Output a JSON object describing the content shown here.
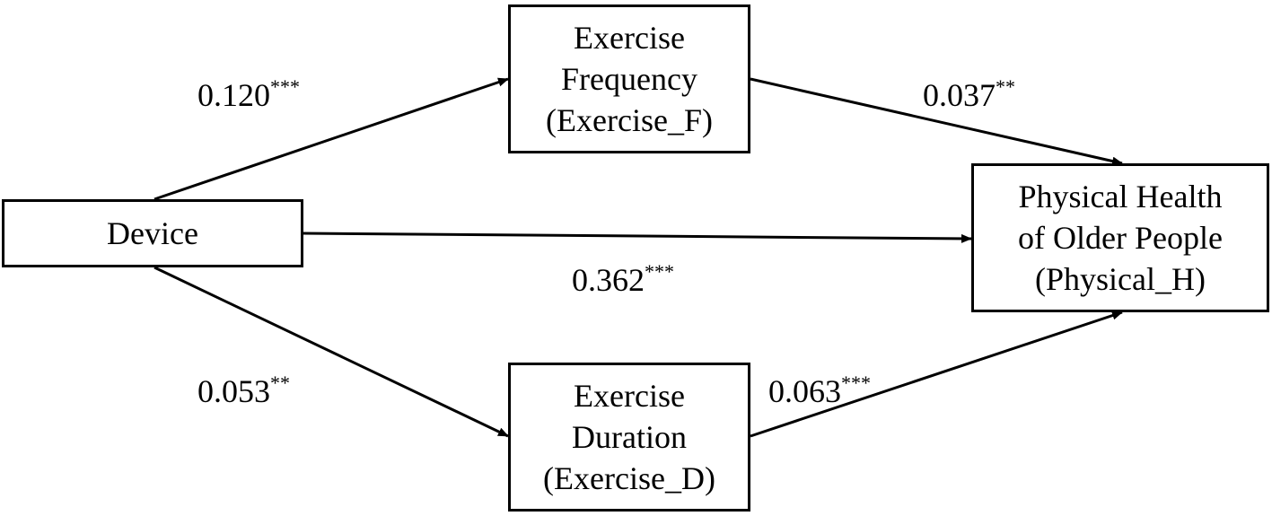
{
  "nodes": {
    "device": {
      "lines": [
        "Device"
      ]
    },
    "frequency": {
      "lines": [
        "Exercise",
        "Frequency",
        "(Exercise_F)"
      ]
    },
    "duration": {
      "lines": [
        "Exercise",
        "Duration",
        "(Exercise_D)"
      ]
    },
    "health": {
      "lines": [
        "Physical Health",
        "of Older People",
        "(Physical_H)"
      ]
    }
  },
  "paths": {
    "device_to_frequency": {
      "value": "0.120",
      "sig": "***"
    },
    "frequency_to_health": {
      "value": "0.037",
      "sig": "**"
    },
    "device_to_health": {
      "value": "0.362",
      "sig": "***"
    },
    "device_to_duration": {
      "value": "0.053",
      "sig": "**"
    },
    "duration_to_health": {
      "value": "0.063",
      "sig": "***"
    }
  },
  "colors": {
    "line": "#000000",
    "background": "#ffffff"
  }
}
